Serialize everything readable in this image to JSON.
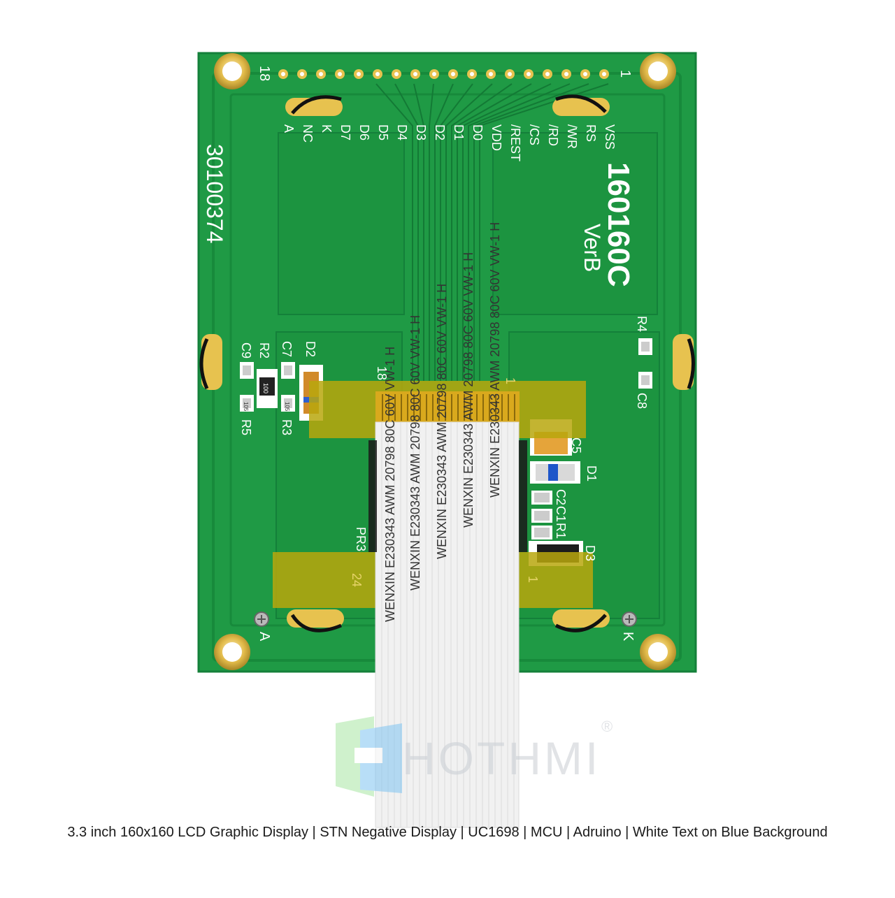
{
  "board": {
    "model": "160160C",
    "version": "VerB",
    "part_number": "30100374",
    "pin_first": "1",
    "pin_last": "18",
    "pin_labels": [
      "VSS",
      "RS",
      "/WR",
      "/RD",
      "/CS",
      "/REST",
      "VDD",
      "D0",
      "D1",
      "D2",
      "D3",
      "D4",
      "D5",
      "D6",
      "D7",
      "K",
      "NC",
      "A"
    ],
    "components": [
      "C9",
      "R2",
      "C7",
      "D2",
      "R5",
      "R3",
      "R4",
      "C8",
      "C5",
      "D1",
      "C2",
      "C1",
      "R1",
      "D3",
      "PR3"
    ],
    "smd_codes": [
      "100",
      "105",
      "105"
    ],
    "corner_labels": {
      "left": "A",
      "right": "K"
    },
    "fpc_pin_labels": {
      "top_left": "18",
      "top_right": "1",
      "bottom_left": "24",
      "bottom_right": "1"
    }
  },
  "cable": {
    "print_lines": [
      "WENXIN E230343 AWM 20798 80C 60V VW-1 H"
    ]
  },
  "watermark": {
    "brand": "HOTHMI",
    "registered": "®"
  },
  "caption": "3.3 inch 160x160 LCD Graphic Display | STN Negative Display | UC1698 | MCU | Adruino | White Text on Blue Background",
  "colors": {
    "pcb": "#1f9a45",
    "pcb_dark": "#178a3b",
    "gold": "#e0b640",
    "kapton": "#b8a70d",
    "cable": "#f1f1f1"
  }
}
